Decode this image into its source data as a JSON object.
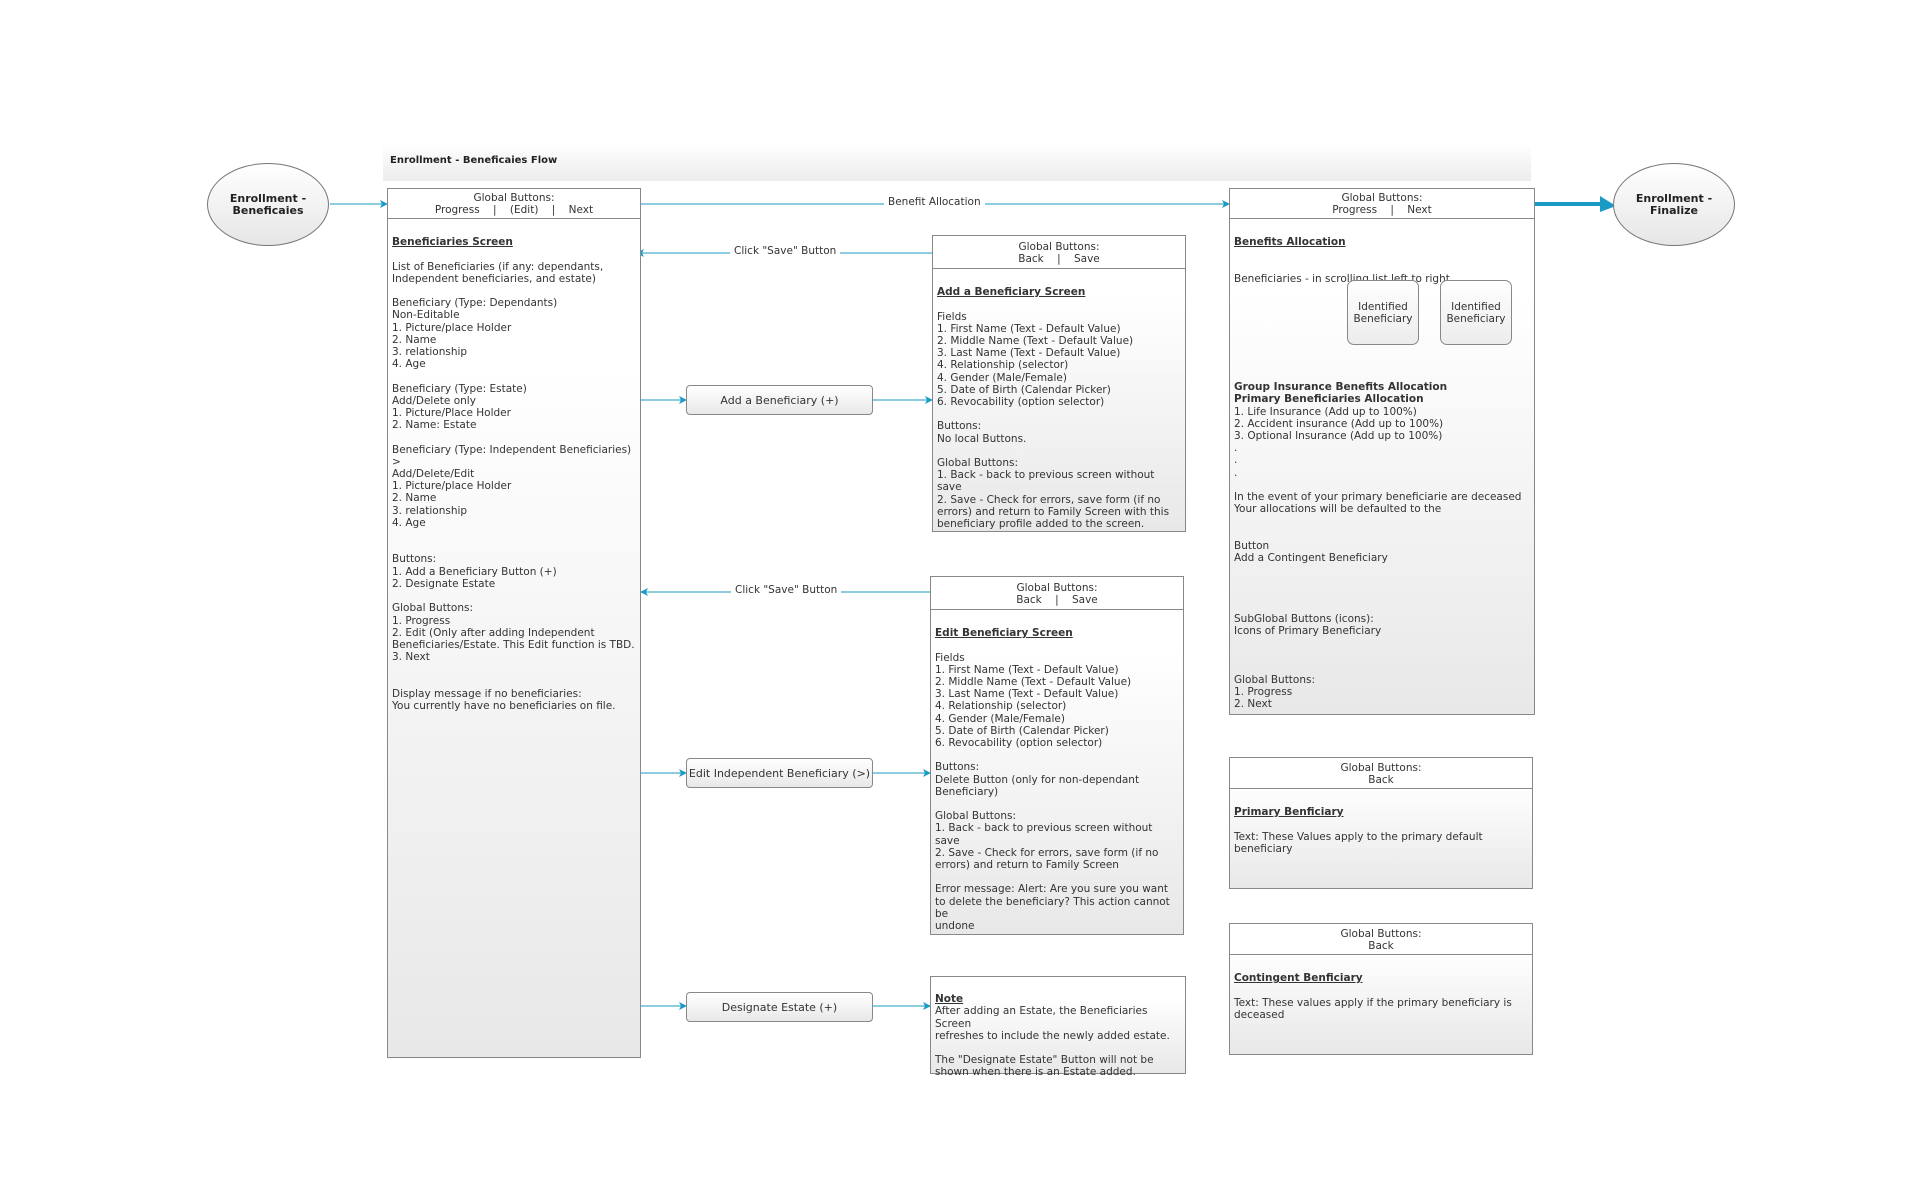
{
  "title": "Enrollment - Beneficaies Flow",
  "start_node": "Enrollment -\nBeneficaies",
  "end_node": "Enrollment -\nFinalize",
  "connector_labels": {
    "benefit_allocation": "Benefit Allocation",
    "click_save_1": "Click \"Save\" Button",
    "click_save_2": "Click \"Save\" Button"
  },
  "actions": {
    "add_beneficiary": "Add a Beneficiary (+)",
    "edit_independent": "Edit Independent Beneficiary (>)",
    "designate_estate": "Designate Estate (+)"
  },
  "beneficiaries_screen": {
    "global_header": "Global Buttons:\nProgress    |    (Edit)    |    Next",
    "heading": "Beneficiaries Screen",
    "body": "\nList of Beneficiaries (if any: dependants,\nIndependent beneficiaries, and estate)\n\nBeneficiary (Type: Dependants)\nNon-Editable\n1. Picture/place Holder\n2. Name\n3. relationship\n4. Age\n\nBeneficiary (Type: Estate)\nAdd/Delete only\n1. Picture/Place Holder\n2. Name: Estate\n\nBeneficiary (Type: Independent Beneficiaries)\n>\nAdd/Delete/Edit\n1. Picture/place Holder\n2. Name\n3. relationship\n4. Age\n\n\nButtons:\n1. Add a Beneficiary Button (+)\n2. Designate Estate\n\nGlobal Buttons:\n1. Progress\n2. Edit (Only after adding Independent\nBeneficiaries/Estate. This Edit function is TBD.\n3. Next\n\n\nDisplay message if no beneficiaries:\nYou currently have no beneficiaries on file."
  },
  "add_screen": {
    "global_header": "Global Buttons:\nBack    |    Save",
    "heading": "Add a Beneficiary Screen",
    "body": "\nFields\n1. First Name (Text - Default Value)\n2. Middle Name (Text  - Default Value)\n3. Last Name (Text - Default Value)\n4. Relationship (selector)\n4. Gender (Male/Female)\n5. Date of Birth (Calendar Picker)\n6. Revocability (option selector)\n\nButtons:\nNo local Buttons.\n\nGlobal Buttons:\n1. Back - back to previous screen without save\n2. Save - Check for errors, save form (if no\nerrors) and return to Family Screen with this\nbeneficiary profile added to the screen."
  },
  "edit_screen": {
    "global_header": "Global Buttons:\nBack    |    Save",
    "heading": "Edit Beneficiary Screen",
    "body": "\nFields\n1. First Name (Text - Default Value)\n2. Middle Name (Text  - Default Value)\n3. Last Name (Text - Default Value)\n4. Relationship (selector)\n4. Gender (Male/Female)\n5. Date of Birth (Calendar Picker)\n6. Revocability (option selector)\n\nButtons:\nDelete Button (only for non-dependant\nBeneficiary)\n\nGlobal Buttons:\n1. Back - back to previous screen without save\n2. Save - Check for errors, save form (if no\nerrors) and return to Family Screen\n\nError message: Alert: Are you sure you want\nto delete the beneficiary? This action cannot be\nundone"
  },
  "note": {
    "heading": "Note",
    "body": "After adding an Estate, the Beneficiaries Screen\nrefreshes to include the newly added estate.\n\nThe \"Designate Estate\" Button will not be\nshown when there is an Estate added."
  },
  "allocation_screen": {
    "global_header": "Global Buttons:\nProgress    |    Next",
    "heading": "Benefits Allocation",
    "subtext": " Beneficiaries - in scrolling list left to right",
    "cards": [
      "Identified\nBeneficiary",
      "Identified\nBeneficiary"
    ],
    "bold1": "Group Insurance Benefits Allocation",
    "bold2": "Primary Beneficiaries Allocation",
    "body": "1. Life Insurance (Add up to 100%)\n2. Accident insurance (Add up to 100%)\n3.  Optional Insurance (Add up to 100%)\n.\n.\n.\n\nIn the event of your primary beneficiarie are deceased\nYour allocations will be defaulted to the\n\n\nButton\nAdd a Contingent Beneficiary\n\n\n\n\nSubGlobal Buttons (icons):\nIcons of Primary Beneficiary\n\n\n\nGlobal Buttons:\n1. Progress\n2. Next"
  },
  "primary_screen": {
    "global_header": "Global Buttons:\nBack",
    "heading": "Primary Benficiary",
    "body": "\nText: These Values apply to the primary default\nbeneficiary"
  },
  "contingent_screen": {
    "global_header": "Global Buttons:\nBack",
    "heading": "Contingent Benficiary",
    "body": "\nText: These values apply if the primary beneficiary is\ndeceased"
  },
  "colors": {
    "connector": "#1a9bc6",
    "border": "#888888"
  }
}
